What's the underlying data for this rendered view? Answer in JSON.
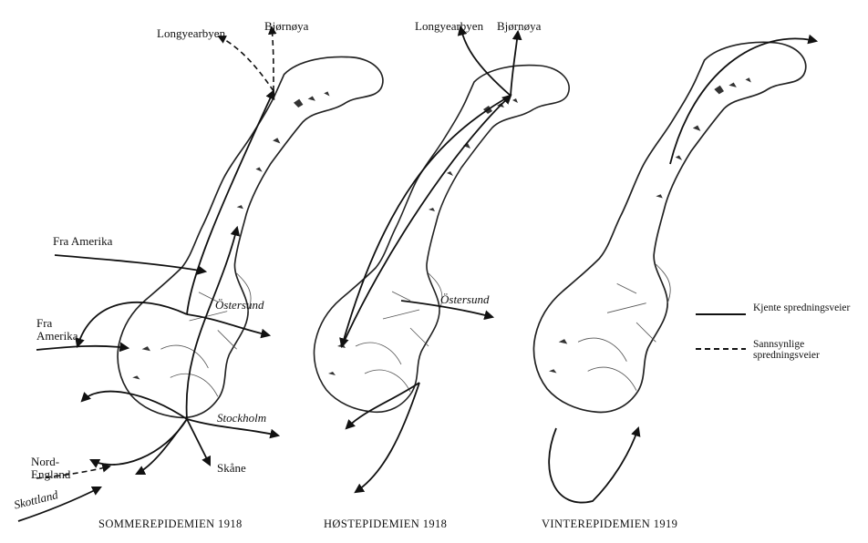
{
  "panels": [
    {
      "caption": "SOMMEREPIDEMIEN 1918",
      "labels": {
        "longyearbyen": "Longyearbyen",
        "bjornoya": "Bjørnøya",
        "fra_amerika_1": "Fra Amerika",
        "fra_amerika_2": "Fra Amerika",
        "ostersund": "Östersund",
        "stockholm": "Stockholm",
        "skane": "Skåne",
        "nord_england": "Nord-England",
        "skottland": "Skottland"
      }
    },
    {
      "caption": "HØSTEPIDEMIEN 1918",
      "labels": {
        "longyearbyen": "Longyearbyen",
        "bjornoya": "Bjørnøya",
        "ostersund": "Östersund"
      }
    },
    {
      "caption": "VINTEREPIDEMIEN 1919",
      "labels": {}
    }
  ],
  "legend": {
    "known": "Kjente spredningsveier",
    "probable": "Sannsynlige spredningsveier"
  }
}
